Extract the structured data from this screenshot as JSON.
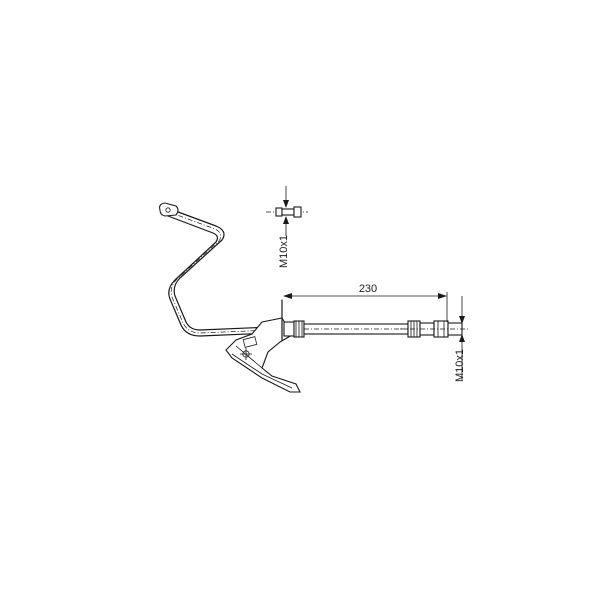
{
  "dimension_length": "230",
  "thread_top": "M10x1",
  "thread_right": "M10x1",
  "colors": {
    "line": "#1a1a1a",
    "background": "#ffffff"
  }
}
